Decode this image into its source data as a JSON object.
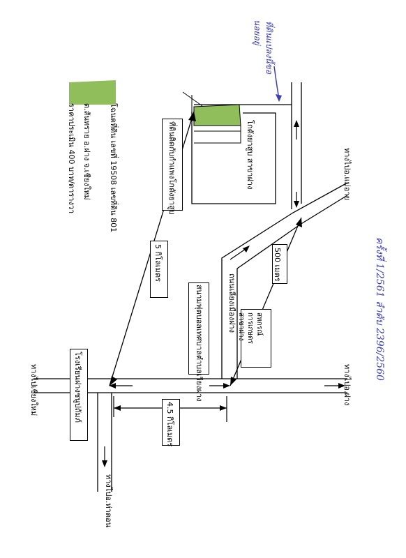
{
  "legend": {
    "swatch_color": "#8fbe5a",
    "line1": "โฉนดที่ดิน เลขที่ 19508 เลขที่ดิน 801",
    "line2": "ต.สันทราย อ.ฝาง จ.เชียงใหม่",
    "line3": "ราคาประเมิน 400 บาท/ตารางวา"
  },
  "places": {
    "parcel": "ที่ดินติดกับกำแพงโกดังยาสูบ",
    "tobacco_warehouse": "โกดังยาสูบ สาขาฝาง",
    "school": "โรงเรียนฝางชนูปถัมภ์",
    "stadium": "สนามฟุตบอลเทศบาลตำบลเวียงฝาง",
    "bypass_road": "ถนนเลี่ยงเมืองฝาง",
    "hospital": "สหกรณ์การเกษตร สาขาฝาง"
  },
  "directions": {
    "to_mae_ai": "ทางไปอ.แม่อาย",
    "to_fang": "ทางไปอ.ฝาง",
    "to_chiang_mai": "ทางไปเชียงใหม่",
    "to_thaton": "ทางไปอ.ท่าตอน"
  },
  "distances": {
    "d500": "500 เมตร",
    "d5km": "5 กิโลเมตร",
    "d45km": "4.5 กิโลเมตร"
  },
  "handwritten": {
    "top_note_1": "ที่ดินแปลงนี้ขอ",
    "top_note_2": "นอยอยู่",
    "ref_note": "ครั้งที่ 1/2561 ลำดับ 2396/2560"
  },
  "colors": {
    "road": "#000000",
    "ink": "#3b3fb0"
  }
}
